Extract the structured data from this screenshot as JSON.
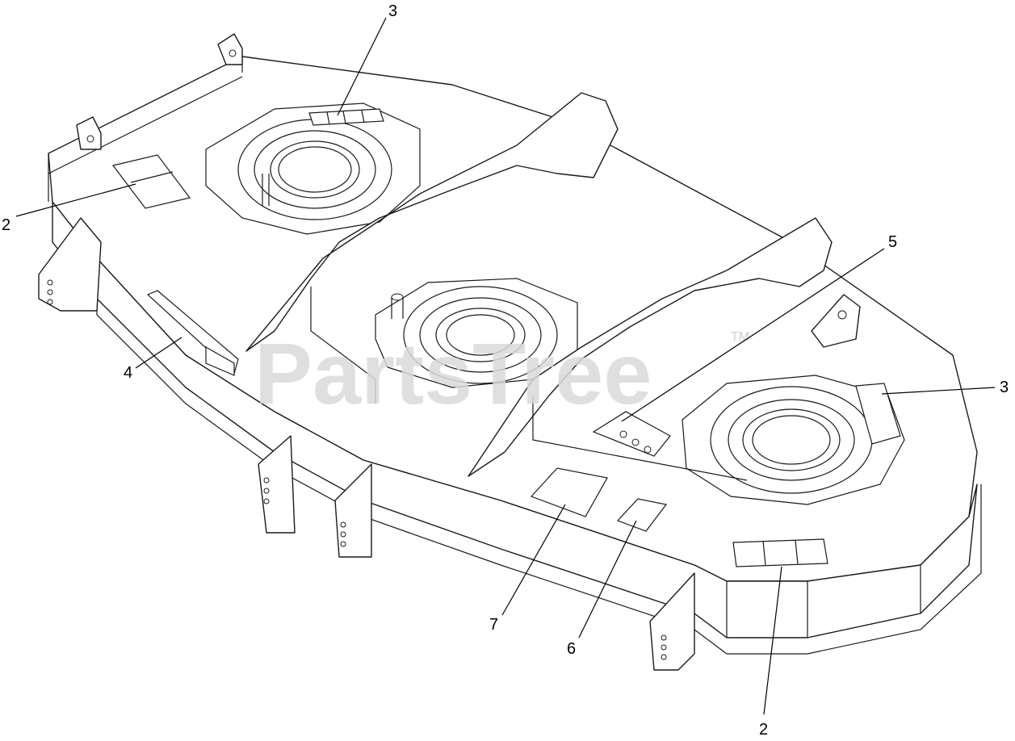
{
  "watermark": {
    "text": "PartsTree",
    "trademark": "TM"
  },
  "callouts": [
    {
      "id": "c3-top",
      "label": "3"
    },
    {
      "id": "c2-left",
      "label": "2"
    },
    {
      "id": "c5",
      "label": "5"
    },
    {
      "id": "c3-right",
      "label": "3"
    },
    {
      "id": "c4",
      "label": "4"
    },
    {
      "id": "c7",
      "label": "7"
    },
    {
      "id": "c6",
      "label": "6"
    },
    {
      "id": "c2-bottom",
      "label": "2"
    }
  ],
  "colors": {
    "line": "#1a1a1a",
    "background": "#ffffff",
    "watermark": "#d9d9d9"
  }
}
